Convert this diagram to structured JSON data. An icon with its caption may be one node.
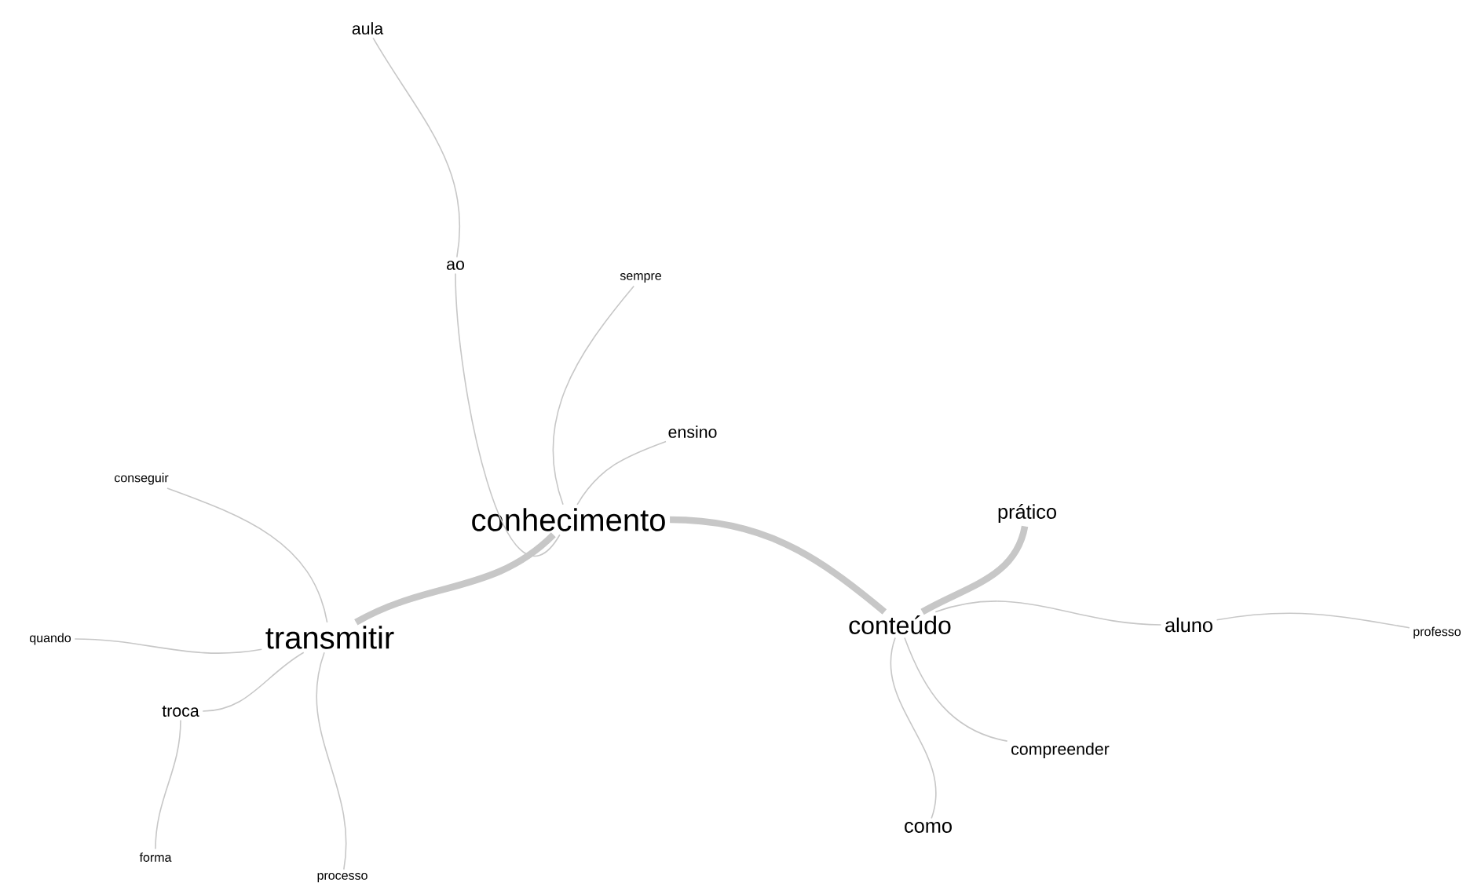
{
  "diagram": {
    "nodes": [
      {
        "text": [
          "conhecimento"
        ]
      },
      {
        "text": [
          "transmitir"
        ]
      },
      {
        "text": [
          "conteúdo"
        ]
      },
      {
        "text": [
          "aula"
        ]
      },
      {
        "text": [
          "ao"
        ]
      },
      {
        "text": [
          "sempre"
        ]
      },
      {
        "text": [
          "ensino"
        ]
      },
      {
        "text": [
          "conseguir"
        ]
      },
      {
        "text": [
          "quando"
        ]
      },
      {
        "text": [
          "troca"
        ]
      },
      {
        "text": [
          "forma"
        ]
      },
      {
        "text": [
          "processo"
        ]
      },
      {
        "text": [
          "prático"
        ]
      },
      {
        "text": [
          "aluno"
        ]
      },
      {
        "text": [
          "professo"
        ]
      },
      {
        "text": [
          "compreender"
        ]
      },
      {
        "text": [
          "como"
        ]
      }
    ],
    "edges": [
      {
        "from": 0,
        "to": 1,
        "arrow": "none",
        "style": "thick"
      },
      {
        "from": 0,
        "to": 2,
        "arrow": "none",
        "style": "thick"
      },
      {
        "from": 0,
        "to": 4,
        "arrow": "none"
      },
      {
        "from": 4,
        "to": 3,
        "arrow": "none"
      },
      {
        "from": 0,
        "to": 5,
        "arrow": "none"
      },
      {
        "from": 0,
        "to": 6,
        "arrow": "none"
      },
      {
        "from": 1,
        "to": 7,
        "arrow": "none"
      },
      {
        "from": 1,
        "to": 8,
        "arrow": "none"
      },
      {
        "from": 1,
        "to": 9,
        "arrow": "none"
      },
      {
        "from": 9,
        "to": 10,
        "arrow": "none"
      },
      {
        "from": 1,
        "to": 11,
        "arrow": "none"
      },
      {
        "from": 2,
        "to": 12,
        "arrow": "none",
        "style": "thick"
      },
      {
        "from": 2,
        "to": 13,
        "arrow": "none"
      },
      {
        "from": 13,
        "to": 14,
        "arrow": "none"
      },
      {
        "from": 2,
        "to": 15,
        "arrow": "none"
      },
      {
        "from": 2,
        "to": 16,
        "arrow": "none"
      }
    ]
  }
}
